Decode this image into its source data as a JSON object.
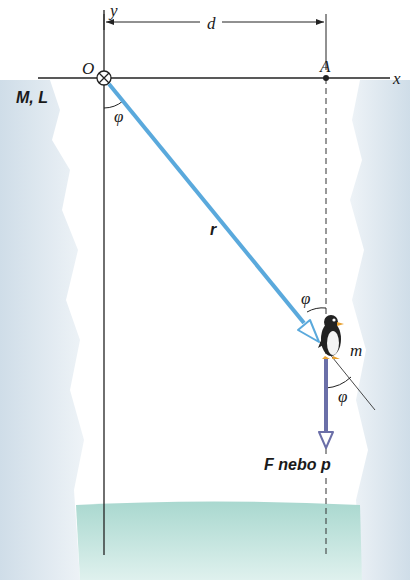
{
  "diagram": {
    "labels": [
      "y",
      "O",
      "d",
      "A",
      "x",
      "M, L",
      "φ",
      "r",
      "φ",
      "m",
      "F nebo p",
      "φ"
    ]
  }
}
